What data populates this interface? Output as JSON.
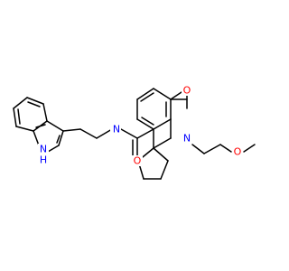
{
  "structure": {
    "atom_labels": {
      "amide_n": "N",
      "amide_o": "O",
      "ring_n": "N",
      "ring_o": "O",
      "ether_o": "O",
      "indole_n": "N",
      "indole_h": "H"
    },
    "colors": {
      "bond": "#000000",
      "nitrogen": "#0000ff",
      "oxygen": "#ff0000",
      "background": "#ffffff"
    }
  }
}
